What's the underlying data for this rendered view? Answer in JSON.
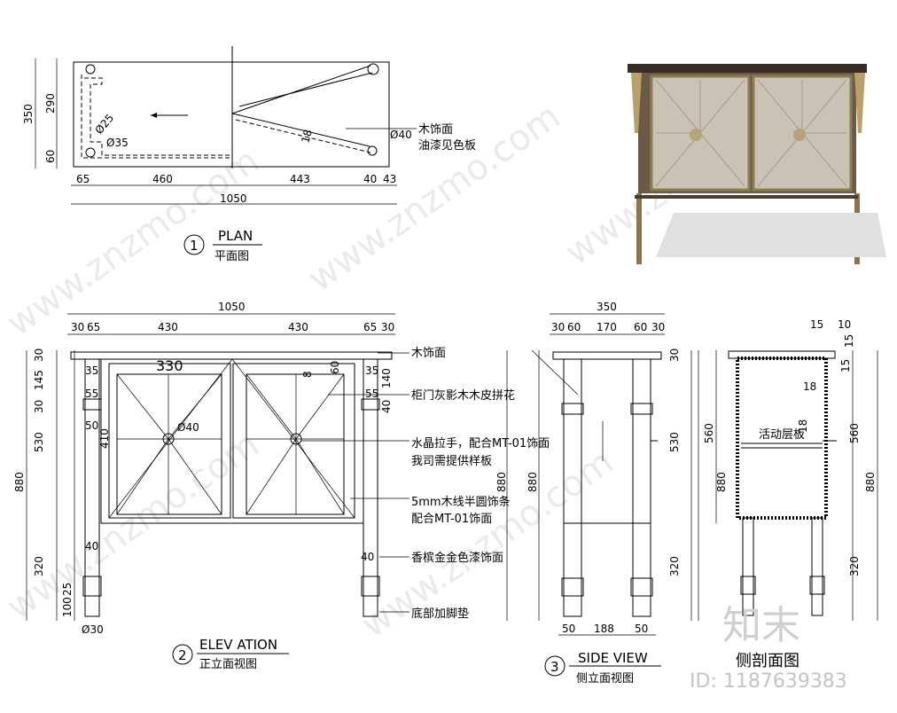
{
  "views": {
    "plan": {
      "number": "1",
      "title_en": "PLAN",
      "title_cn": "平面图"
    },
    "elevation": {
      "number": "2",
      "title_en": "ELEV ATION",
      "title_cn": "正立面视图"
    },
    "side": {
      "number": "3",
      "title_en": "SIDE VIEW",
      "title_cn": "侧立面视图"
    },
    "section": {
      "title_cn": "侧剖面图"
    }
  },
  "plan_dims": {
    "h_total": "350",
    "h_top": "290",
    "h_bottom": "60",
    "w_65": "65",
    "w_460": "460",
    "w_443": "443",
    "w_40": "40",
    "w_43": "43",
    "w_total": "1050",
    "d35": "Ø35",
    "d25": "Ø25",
    "d40": "Ø40",
    "d18": "18"
  },
  "plan_notes": {
    "note1": "木饰面",
    "note2": "油漆见色板"
  },
  "elev_dims": {
    "total_w": "1050",
    "w30a": "30",
    "w65a": "65",
    "w430a": "430",
    "w430b": "430",
    "w65b": "65",
    "w30b": "30",
    "inner_w": "330",
    "h30": "30",
    "h145": "145",
    "h30b": "30",
    "h530": "530",
    "h880": "880",
    "h320": "320",
    "h25": "25",
    "h100": "100",
    "d30": "Ø30",
    "d40": "Ø40",
    "h35": "35",
    "h55": "55",
    "h50": "50",
    "h40": "40",
    "h410": "410",
    "h8": "8",
    "h60": "60",
    "h35b": "35",
    "h140": "140",
    "h55b": "55",
    "h40b": "40",
    "w40": "40"
  },
  "elev_notes": {
    "n1": "木饰面",
    "n2": "柜门灰影木木皮拼花",
    "n3a": "水晶拉手，配合MT-01饰面",
    "n3b": "我司需提供样板",
    "n4a": "5mm木线半圆饰条",
    "n4b": "配合MT-01饰面",
    "n5": "香槟金金色漆饰面",
    "n6": "底部加脚垫"
  },
  "side_dims": {
    "total_w": "350",
    "w30": "30",
    "w60": "60",
    "w170": "170",
    "w60b": "60",
    "w30b": "30",
    "h30": "30",
    "h530": "530",
    "h880l": "880",
    "h880r": "880",
    "h320": "320",
    "b50a": "50",
    "b188": "188",
    "b50b": "50"
  },
  "section_dims": {
    "t15": "15",
    "t10": "10",
    "t15b": "15",
    "t15c": "15",
    "t18": "18",
    "t18b": "18",
    "h560l": "560",
    "h560r": "560",
    "h880l": "880",
    "h880r": "880",
    "h320": "320",
    "shelf": "活动层板"
  },
  "watermark": {
    "brand": "知末",
    "id": "ID: 1187639383",
    "url": "www.znzmo.com"
  }
}
